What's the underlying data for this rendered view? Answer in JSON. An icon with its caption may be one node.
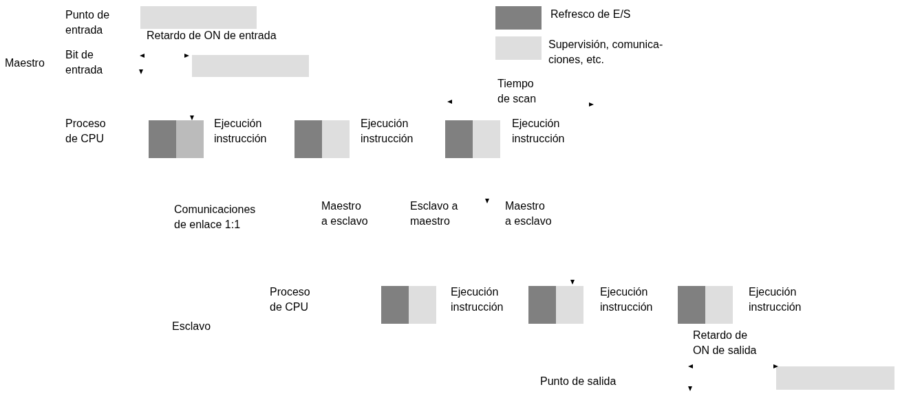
{
  "diagram": {
    "nodes": [
      {
        "text": [],
        "shape": "bar",
        "beside": [
          "Punto de entrada"
        ]
      },
      {
        "text": [],
        "shape": "bar"
      },
      {
        "text": [],
        "shape": "bar"
      }
    ],
    "labels": [
      "Retardo de ON de entrada",
      "Maestro",
      "Bit de entrada",
      "Tiempo de scan",
      "Proceso de CPU",
      "Ejecución instrucción",
      "Ejecución instrucción",
      "Ejecución instrucción",
      "Comunicaciones de enlace 1:1",
      "Maestro a esclavo",
      "Esclavo a maestro",
      "Maestro a esclavo",
      "Proceso de CPU",
      "Ejecución instrucción",
      "Ejecución instrucción",
      "Ejecución instrucción",
      "Esclavo",
      "Retardo de ON de salida",
      "Punto de salida"
    ],
    "legend": [
      {
        "text": "Refresco de E/S",
        "color": "#808080"
      },
      {
        "text": "Supervisión, comunica-ciones, etc.",
        "color": "#dedede"
      }
    ]
  }
}
